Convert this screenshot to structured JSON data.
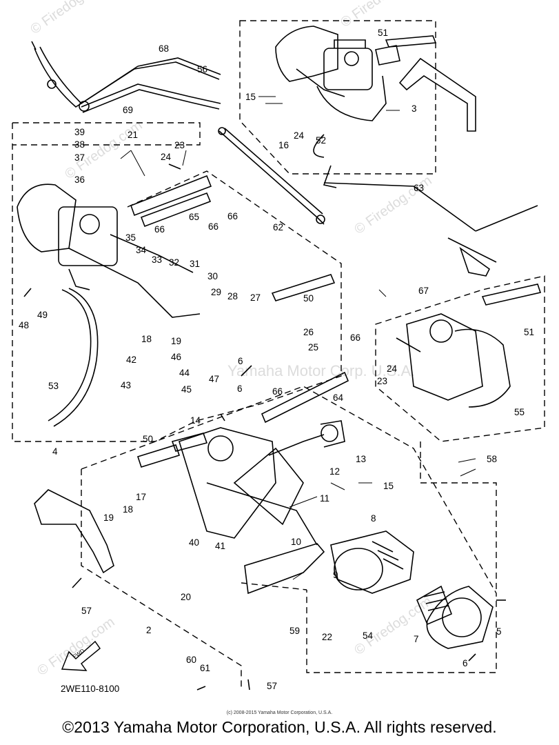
{
  "diagram": {
    "part_code": "2WE110-8100",
    "fwd_label": "FWD",
    "watermark_text": "© Firedog.com",
    "center_watermark": "Yamaha Motor Corp. U.S.A.",
    "copyright_small": "(c) 2008-2015 Yamaha Motor Corporation, U.S.A.",
    "copyright": "©2013 Yamaha Motor Corporation, U.S.A. All rights reserved.",
    "callouts": [
      "2",
      "3",
      "4",
      "5",
      "6",
      "6",
      "6",
      "7",
      "8",
      "9",
      "10",
      "11",
      "12",
      "13",
      "14",
      "15",
      "15",
      "16",
      "17",
      "18",
      "18",
      "19",
      "19",
      "20",
      "21",
      "22",
      "23",
      "23",
      "24",
      "24",
      "24",
      "25",
      "26",
      "27",
      "28",
      "29",
      "30",
      "31",
      "32",
      "33",
      "34",
      "35",
      "36",
      "37",
      "38",
      "39",
      "40",
      "41",
      "42",
      "43",
      "44",
      "45",
      "46",
      "47",
      "48",
      "49",
      "50",
      "50",
      "51",
      "51",
      "52",
      "53",
      "54",
      "55",
      "56",
      "57",
      "57",
      "58",
      "59",
      "60",
      "61",
      "62",
      "63",
      "64",
      "65",
      "66",
      "66",
      "66",
      "66",
      "66",
      "67",
      "68",
      "69"
    ]
  }
}
